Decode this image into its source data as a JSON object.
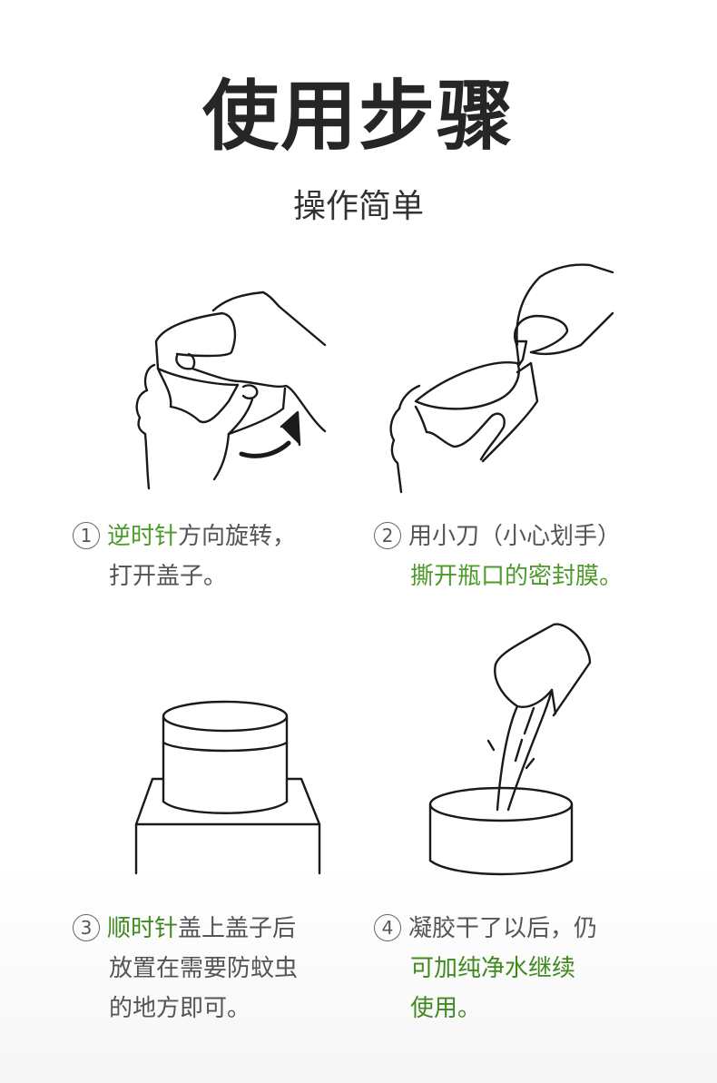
{
  "header": {
    "title": "使用步骤",
    "subtitle": "操作简单"
  },
  "colors": {
    "title": "#262626",
    "body_text": "#555555",
    "accent_green": "#4c9a2a",
    "line_art": "#1a1a1a"
  },
  "steps": [
    {
      "number": "1",
      "illustration": "hand-twisting-lid-counterclockwise-icon",
      "lines": [
        [
          {
            "text": "逆时针",
            "highlight": true
          },
          {
            "text": "方向旋转，",
            "highlight": false
          }
        ],
        [
          {
            "text": "打开盖子。",
            "highlight": false
          }
        ]
      ]
    },
    {
      "number": "2",
      "illustration": "hand-cutting-seal-with-knife-icon",
      "lines": [
        [
          {
            "text": "用小刀（小心划手）",
            "highlight": false
          }
        ],
        [
          {
            "text": "撕开瓶口的密封膜。",
            "highlight": true
          }
        ]
      ]
    },
    {
      "number": "3",
      "illustration": "jar-on-stand-icon",
      "lines": [
        [
          {
            "text": "顺时针",
            "highlight": true
          },
          {
            "text": "盖上盖子后",
            "highlight": false
          }
        ],
        [
          {
            "text": "放置在需要防蚊虫",
            "highlight": false
          }
        ],
        [
          {
            "text": "的地方即可。",
            "highlight": false
          }
        ]
      ]
    },
    {
      "number": "4",
      "illustration": "pouring-water-into-jar-icon",
      "lines": [
        [
          {
            "text": "凝胶干了以后，仍",
            "highlight": false
          }
        ],
        [
          {
            "text": "可加纯净水继续",
            "highlight": true
          }
        ],
        [
          {
            "text": "使用。",
            "highlight": true
          }
        ]
      ]
    }
  ]
}
